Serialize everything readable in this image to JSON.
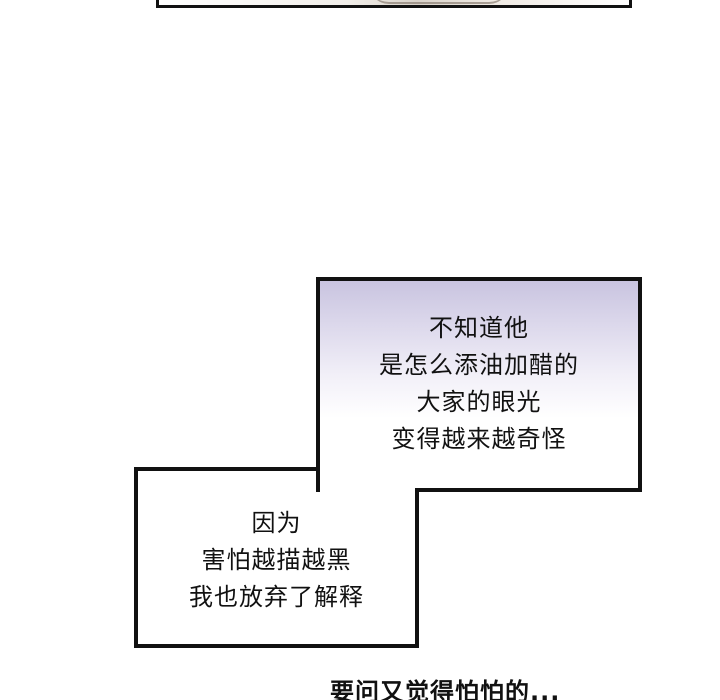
{
  "narration_upper": {
    "lines": [
      "不知道他",
      "是怎么添油加醋的",
      "大家的眼光",
      "变得越来越奇怪"
    ]
  },
  "narration_lower": {
    "lines": [
      "因为",
      "害怕越描越黑",
      "我也放弃了解释"
    ]
  },
  "bottom_caption": {
    "text": "要问又觉得怕怕的..."
  },
  "colors": {
    "border": "#111111",
    "gradient_top": "#c9c4e0",
    "background": "#ffffff"
  }
}
